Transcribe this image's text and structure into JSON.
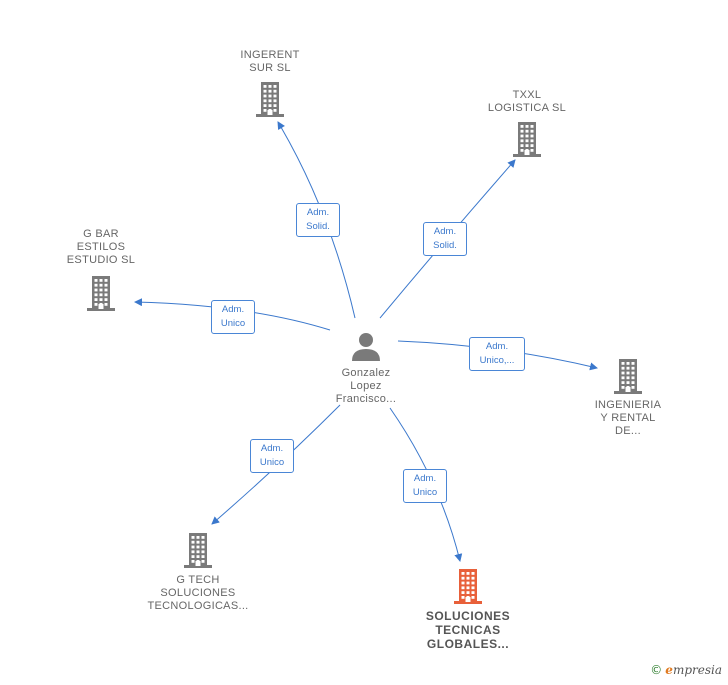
{
  "colors": {
    "edge": "#3b78cc",
    "building": "#7a7a7a",
    "building_highlight": "#e8603a",
    "person": "#7a7a7a"
  },
  "center": {
    "label": "Gonzalez\nLopez\nFrancisco..."
  },
  "companies": [
    {
      "id": "ingerent",
      "label": "INGERENT\nSUR  SL"
    },
    {
      "id": "txxl",
      "label": "TXXL\nLOGISTICA  SL"
    },
    {
      "id": "gbar",
      "label": "G BAR\nESTILOS\nESTUDIO  SL"
    },
    {
      "id": "ingenieria",
      "label": "INGENIERIA\nY RENTAL\nDE..."
    },
    {
      "id": "gtech",
      "label": "G TECH\nSOLUCIONES\nTECNOLOGICAS..."
    },
    {
      "id": "soluciones",
      "label": "SOLUCIONES\nTECNICAS\nGLOBALES...",
      "highlight": true
    }
  ],
  "edges": [
    {
      "to": "ingerent",
      "label": "Adm.\nSolid."
    },
    {
      "to": "txxl",
      "label": "Adm.\nSolid."
    },
    {
      "to": "gbar",
      "label": "Adm.\nUnico"
    },
    {
      "to": "ingenieria",
      "label": "Adm.\nUnico,..."
    },
    {
      "to": "gtech",
      "label": "Adm.\nUnico"
    },
    {
      "to": "soluciones",
      "label": "Adm.\nUnico"
    }
  ],
  "watermark": {
    "symbol": "©",
    "brand_first": "e",
    "brand_rest": "mpresia"
  }
}
